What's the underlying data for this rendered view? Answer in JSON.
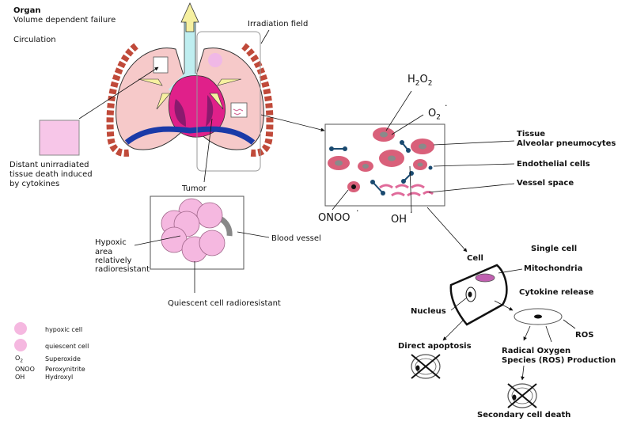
{
  "organ": {
    "title": "Organ",
    "subtitle": "Volume dependent failure",
    "circulation": "Circulation",
    "irradiation_field": "Irradiation field",
    "distant_line1": "Distant unirradiated",
    "distant_line2": "tissue death induced",
    "distant_line3": "by cytokines"
  },
  "tumor": {
    "title": "Tumor",
    "hypoxic_line1": "Hypoxic",
    "hypoxic_line2": "area",
    "hypoxic_line3": "relatively",
    "hypoxic_line4": "radioresistant",
    "blood_vessel": "Blood vessel",
    "quiescent": "Quiescent cell radioresistant"
  },
  "tissue": {
    "h2o2": "H",
    "h2o2_sub1": "2",
    "h2o2_o": "O",
    "h2o2_sub2": "2",
    "o2": "O",
    "o2_sub": "2",
    "dot": ".",
    "onoo": "ONOO",
    "oh": "OH",
    "tissue_label": "Tissue",
    "alveolar": "Alveolar pneumocytes",
    "endothelial": "Endothelial cells",
    "vessel_space": "Vessel space"
  },
  "cell": {
    "single_cell": "Single cell",
    "cell_label": "Cell",
    "mitochondria": "Mitochondria",
    "nucleus": "Nucleus",
    "cytokine_release": "Cytokine release",
    "ros": "ROS",
    "direct_apoptosis": "Direct apoptosis",
    "ros_line1": "Radical Oxygen",
    "ros_line2": "Species (ROS) Production",
    "secondary": "Secondary cell death"
  },
  "legend": {
    "hypoxic_cell": "hypoxic cell",
    "quiescent_cell": "quiescent cell",
    "o2_sym": "O",
    "o2_sub": "2",
    "o2_desc": "Superoxide",
    "onoo_sym": "ONOO",
    "onoo_desc": "Peroxynitrite",
    "oh_sym": "OH",
    "oh_desc": "Hydroxyl"
  },
  "colors": {
    "lung_fill": "#f6c9c9",
    "lung_rib": "#c04a3a",
    "heart": "#e0208a",
    "heart_dark": "#8a1a6e",
    "diaphragm": "#1a3aa8",
    "trachea": "#bfeef0",
    "arrow_yellow": "#f6f0a0",
    "cell_pink": "#f5b8e0",
    "alveolar": "#d9607a",
    "endothelial": "#1a4a70",
    "vessel_space": "#e06a9a"
  }
}
